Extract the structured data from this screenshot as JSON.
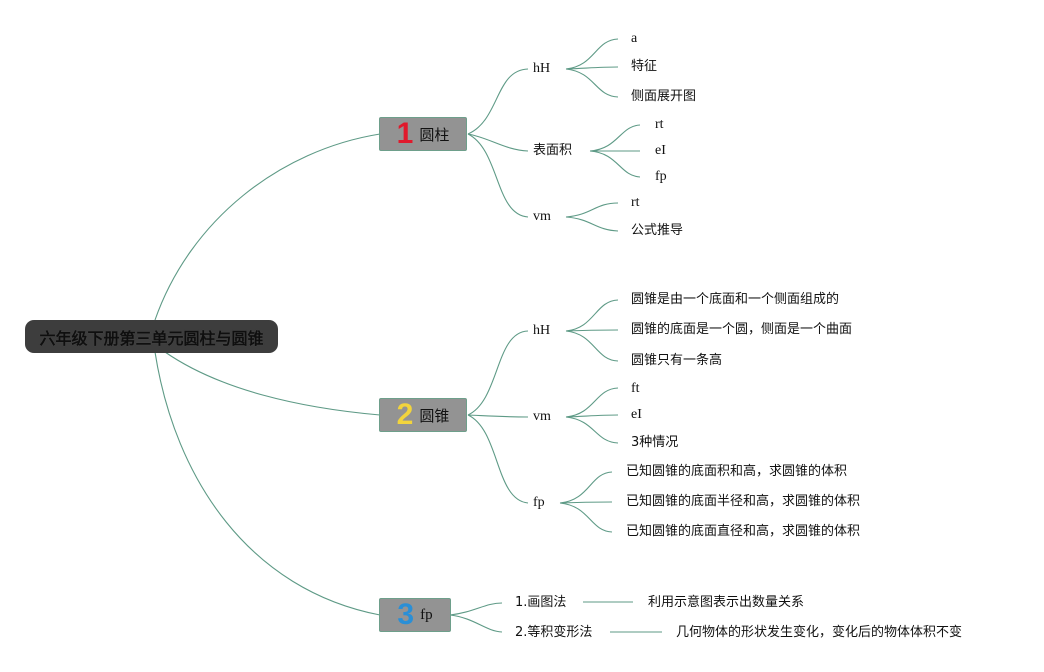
{
  "root": {
    "title": "六年级下册第三单元圆柱与圆锥"
  },
  "topics": [
    {
      "number": "1",
      "number_color": "#e0192c",
      "label": "圆柱",
      "subtopics": [
        {
          "label": "hH",
          "children": [
            "a",
            "特征",
            "侧面展开图"
          ]
        },
        {
          "label": "表面积",
          "children": [
            "rt",
            "eI",
            "fp"
          ]
        },
        {
          "label": "vm",
          "children": [
            "rt",
            "公式推导"
          ]
        }
      ]
    },
    {
      "number": "2",
      "number_color": "#f2d43c",
      "label": "圆锥",
      "subtopics": [
        {
          "label": "hH",
          "children": [
            "圆锥是由一个底面和一个侧面组成的",
            "圆锥的底面是一个圆，侧面是一个曲面",
            "圆锥只有一条高"
          ]
        },
        {
          "label": "vm",
          "children": [
            "ft",
            "eI",
            "3种情况"
          ]
        },
        {
          "label": "fp",
          "children": [
            "已知圆锥的底面积和高，求圆锥的体积",
            "已知圆锥的底面半径和高，求圆锥的体积",
            "已知圆锥的底面直径和高，求圆锥的体积"
          ]
        }
      ]
    },
    {
      "number": "3",
      "number_color": "#2a8fd6",
      "label": "fp",
      "subtopics": [
        {
          "label": "1.画图法",
          "children": [
            "利用示意图表示出数量关系"
          ]
        },
        {
          "label": "2.等积变形法",
          "children": [
            "几何物体的形状发生变化，变化后的物体体积不变"
          ]
        }
      ]
    }
  ],
  "colors": {
    "link": "#5e9a86",
    "root_bg": "#3d3d3d",
    "topic_bg": "#939393"
  }
}
